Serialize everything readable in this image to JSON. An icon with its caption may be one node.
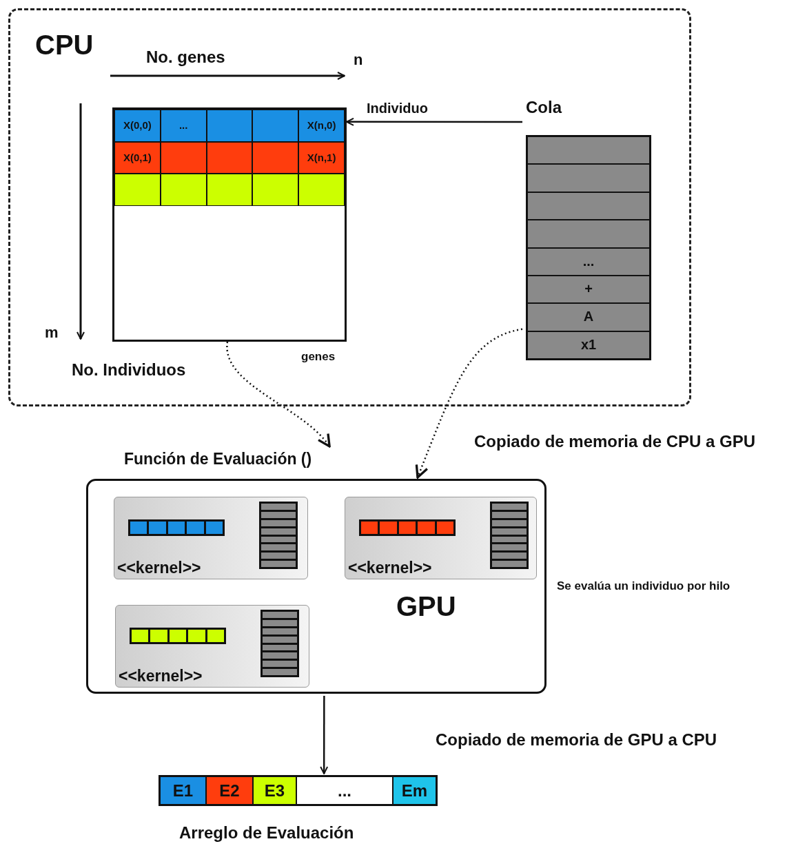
{
  "diagram": {
    "nodes": [
      {
        "text": [
          "CPU"
        ]
      },
      {
        "text": [
          "X(0,0)",
          "...",
          "X(n,0)",
          "X(0,1)",
          "X(n,1)"
        ],
        "in": 0
      },
      {
        "text": [
          "Cola",
          "...",
          "+",
          "A",
          "x1"
        ],
        "in": 0
      },
      {
        "text": [
          "Función de Evaluación ()"
        ]
      },
      {
        "text": [
          "GPU"
        ],
        "beside": [
          "Se evalúa un individuo por hilo"
        ]
      },
      {
        "text": [
          "<<kernel>>"
        ],
        "in": 4
      },
      {
        "text": [
          "<<kernel>>"
        ],
        "in": 4
      },
      {
        "text": [
          "<<kernel>>"
        ],
        "in": 4
      },
      {
        "text": [
          "E1",
          "E2",
          "E3",
          "...",
          "Em"
        ],
        "beside": [
          "Arreglo de Evaluación"
        ]
      }
    ],
    "edges": [
      {
        "from": 2,
        "to": 1,
        "arrow": "to",
        "label": "Individuo"
      },
      {
        "from": 1,
        "to": 3,
        "arrow": "to",
        "style": "dashed"
      },
      {
        "from": 2,
        "to": 4,
        "arrow": "to",
        "style": "dashed"
      },
      {
        "from": 4,
        "to": 8,
        "arrow": "to"
      }
    ],
    "labels": [
      "No. genes",
      "n",
      "m",
      "No. Individuos",
      "genes",
      "Copiado de memoria de CPU a GPU",
      "Copiado de memoria de GPU a CPU"
    ]
  }
}
